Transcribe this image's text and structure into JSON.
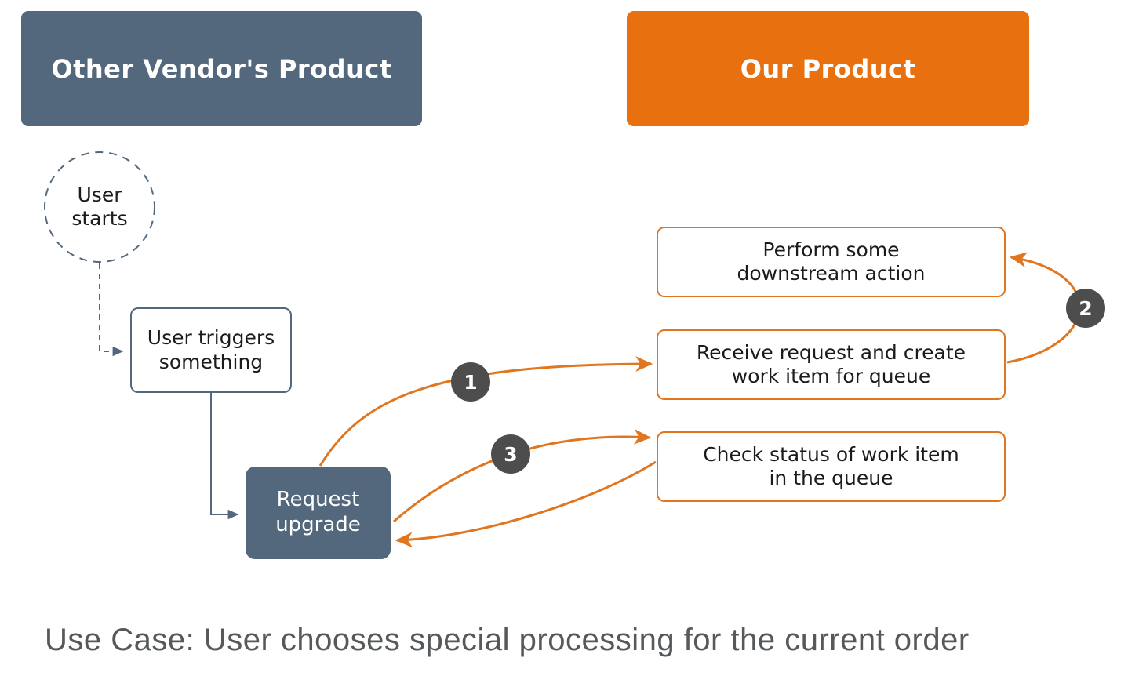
{
  "diagram": {
    "lanes": [
      {
        "id": "other-vendor",
        "label": "Other Vendor's Product",
        "color": "#54687D"
      },
      {
        "id": "our-product",
        "label": "Our Product",
        "color": "#E8700F"
      }
    ],
    "nodes": {
      "user_starts": "User\nstarts",
      "user_triggers": "User triggers\nsomething",
      "request_upgrade": "Request\nupgrade",
      "perform_action": "Perform some\ndownstream action",
      "receive_request": "Receive request and create\nwork item for queue",
      "check_status": "Check status of work item\nin the queue"
    },
    "steps": [
      {
        "n": "1"
      },
      {
        "n": "2"
      },
      {
        "n": "3"
      }
    ],
    "caption": "Use Case: User chooses special processing for the current order",
    "colors": {
      "slate": "#54687D",
      "orange_header": "#E8700F",
      "orange_line": "#E0761F",
      "badge_gray": "#4D4D4D",
      "caption_gray": "#55595C",
      "text_black": "#1B1B1B"
    }
  }
}
